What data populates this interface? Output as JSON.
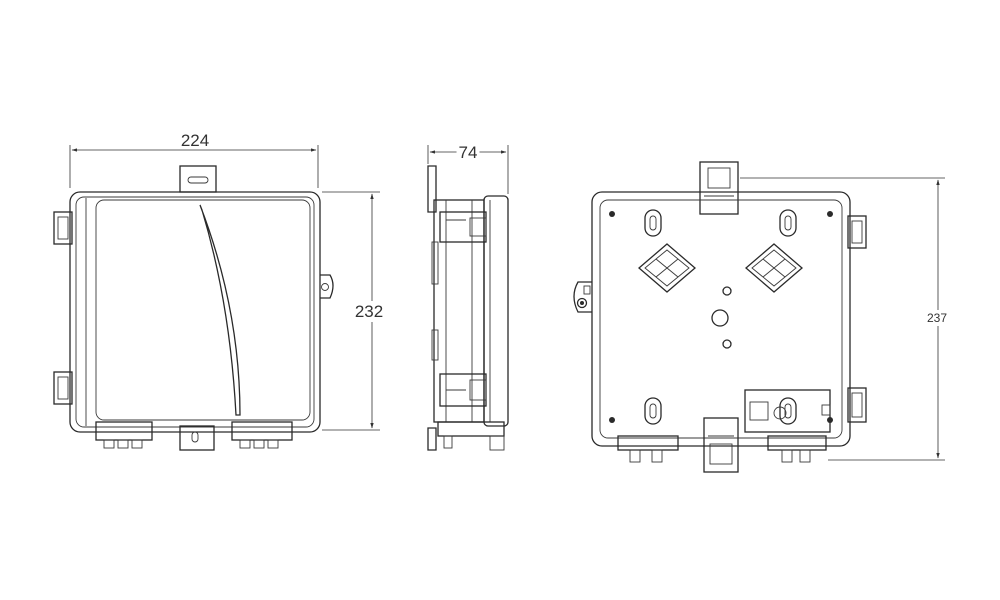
{
  "dimensions": {
    "front_width": "224",
    "front_height": "232",
    "side_depth": "74",
    "back_height": "237"
  },
  "colors": {
    "line": "#2a2a2a",
    "background": "#ffffff"
  }
}
